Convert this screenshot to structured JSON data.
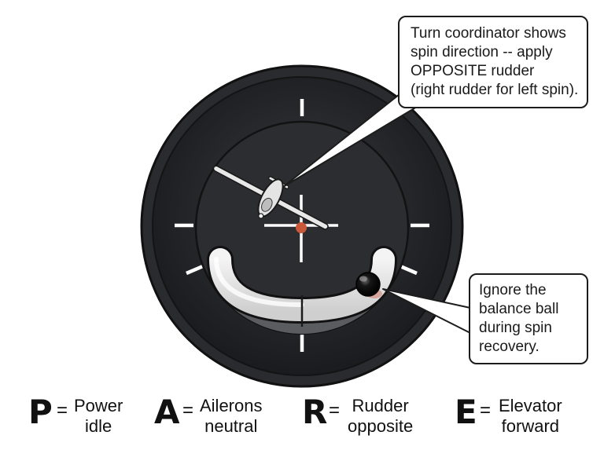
{
  "callouts": {
    "turn_coordinator": {
      "lines": [
        "Turn coordinator shows",
        "spin direction -- apply",
        "OPPOSITE rudder",
        "(right rudder for left spin)."
      ]
    },
    "balance_ball": {
      "lines": [
        "Ignore the",
        "balance ball",
        "during spin",
        "recovery."
      ]
    }
  },
  "legend": [
    {
      "letter": "P",
      "equals": "=",
      "line1": "Power",
      "line2": "idle"
    },
    {
      "letter": "A",
      "equals": "=",
      "line1": "Ailerons",
      "line2": "neutral"
    },
    {
      "letter": "R",
      "equals": "=",
      "line1": "Rudder",
      "line2": "opposite"
    },
    {
      "letter": "E",
      "equals": "=",
      "line1": "Elevator",
      "line2": "forward"
    }
  ],
  "colors": {
    "bezel": "#1e1f22",
    "face": "#2b2c2f",
    "markings": "#ffffff",
    "ball": "#0a0a0a",
    "center_dot": "#c9573a",
    "tube": "#dcdcdc"
  },
  "icons": [
    "airplane-icon",
    "balance-ball-icon",
    "center-dot-icon"
  ]
}
